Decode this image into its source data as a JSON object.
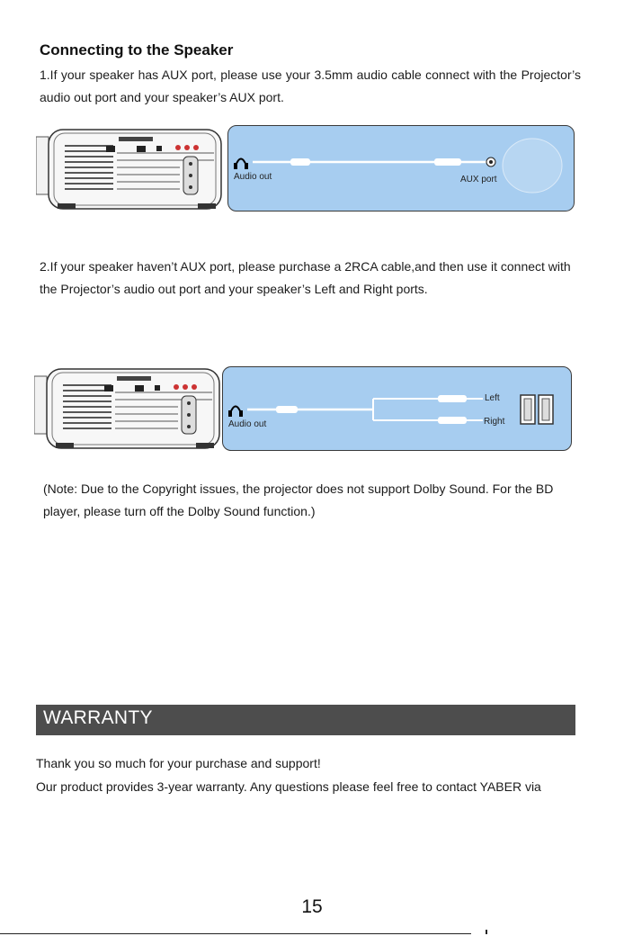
{
  "speaker_section": {
    "heading": "Connecting to the Speaker",
    "step1": "1.If your speaker has AUX port, please use your 3.5mm audio cable connect with the Projector’s audio out port and your speaker’s AUX port.",
    "step2": "2.If your speaker haven’t AUX port, please purchase a 2RCA cable,and then use it connect with the Projector’s audio out port and your speaker’s Left and Right ports.",
    "note": "(Note: Due to the Copyright issues, the projector does not support Dolby Sound. For the BD player, please turn off the Dolby Sound function.)"
  },
  "diagram1": {
    "audio_out": "Audio out",
    "aux_port": "AUX port"
  },
  "diagram2": {
    "audio_out": "Audio out",
    "left": "Left",
    "right": "Right"
  },
  "warranty": {
    "title": "WARRANTY",
    "line1": "Thank you so much for your purchase and support!",
    "line2": "Our product provides 3-year warranty. Any questions please feel free to contact YABER via"
  },
  "page_number": "15",
  "colors": {
    "panel_fill": "#a7cdf0",
    "warranty_bar": "#4d4d4d"
  },
  "icons": [
    "headphone-icon",
    "projector-illustration",
    "speaker-illustration"
  ]
}
